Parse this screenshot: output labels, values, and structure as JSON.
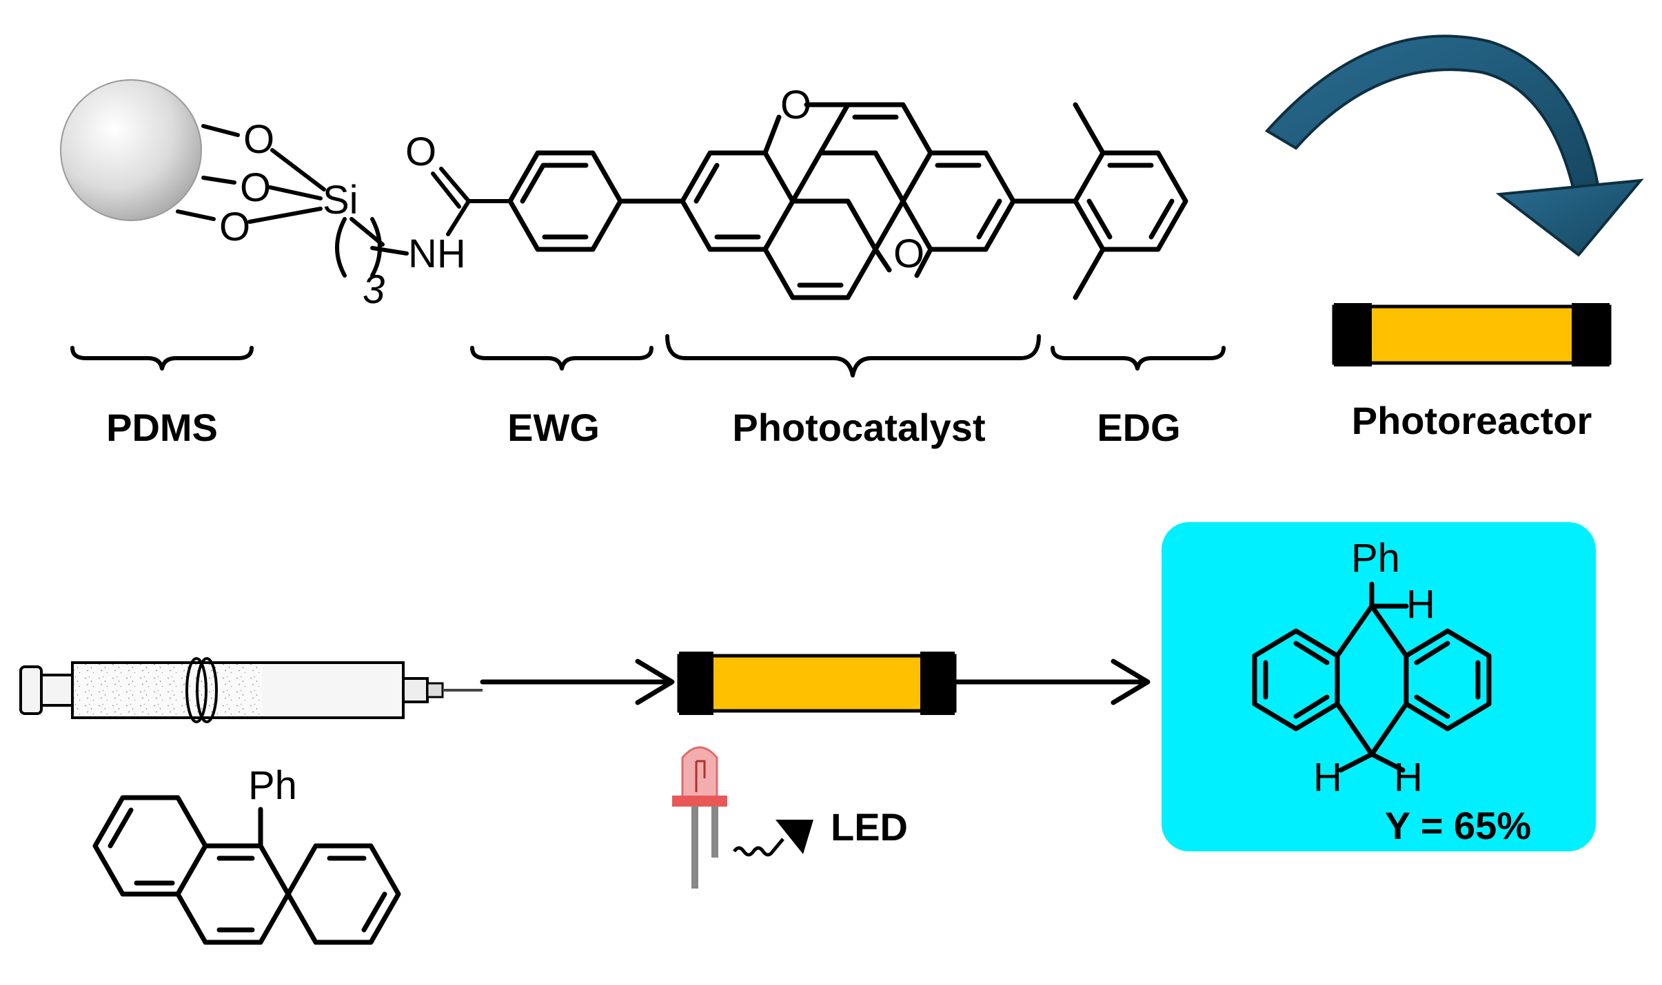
{
  "labels": {
    "pdms": "PDMS",
    "ewg": "EWG",
    "photocatalyst": "Photocatalyst",
    "edg": "EDG",
    "photoreactor": "Photoreactor",
    "led": "LED",
    "yield": "Y = 65%"
  },
  "atoms": {
    "O": "O",
    "Si": "Si",
    "NH": "NH",
    "subscript_3": "3",
    "Ph": "Ph",
    "H": "H"
  },
  "colors": {
    "photocatalyst_label": "#e8181e",
    "yield_label": "#1a2ee6",
    "product_box": "#00f0ff",
    "reactor_fill": "#ffc000",
    "reactor_caps": "#000000",
    "arrow": "#1f5a7a",
    "led": "#e85858"
  },
  "icons": [
    "silica-bead-icon",
    "curved-arrow-icon",
    "syringe-icon",
    "led-icon",
    "light-emission-arrow-icon"
  ]
}
